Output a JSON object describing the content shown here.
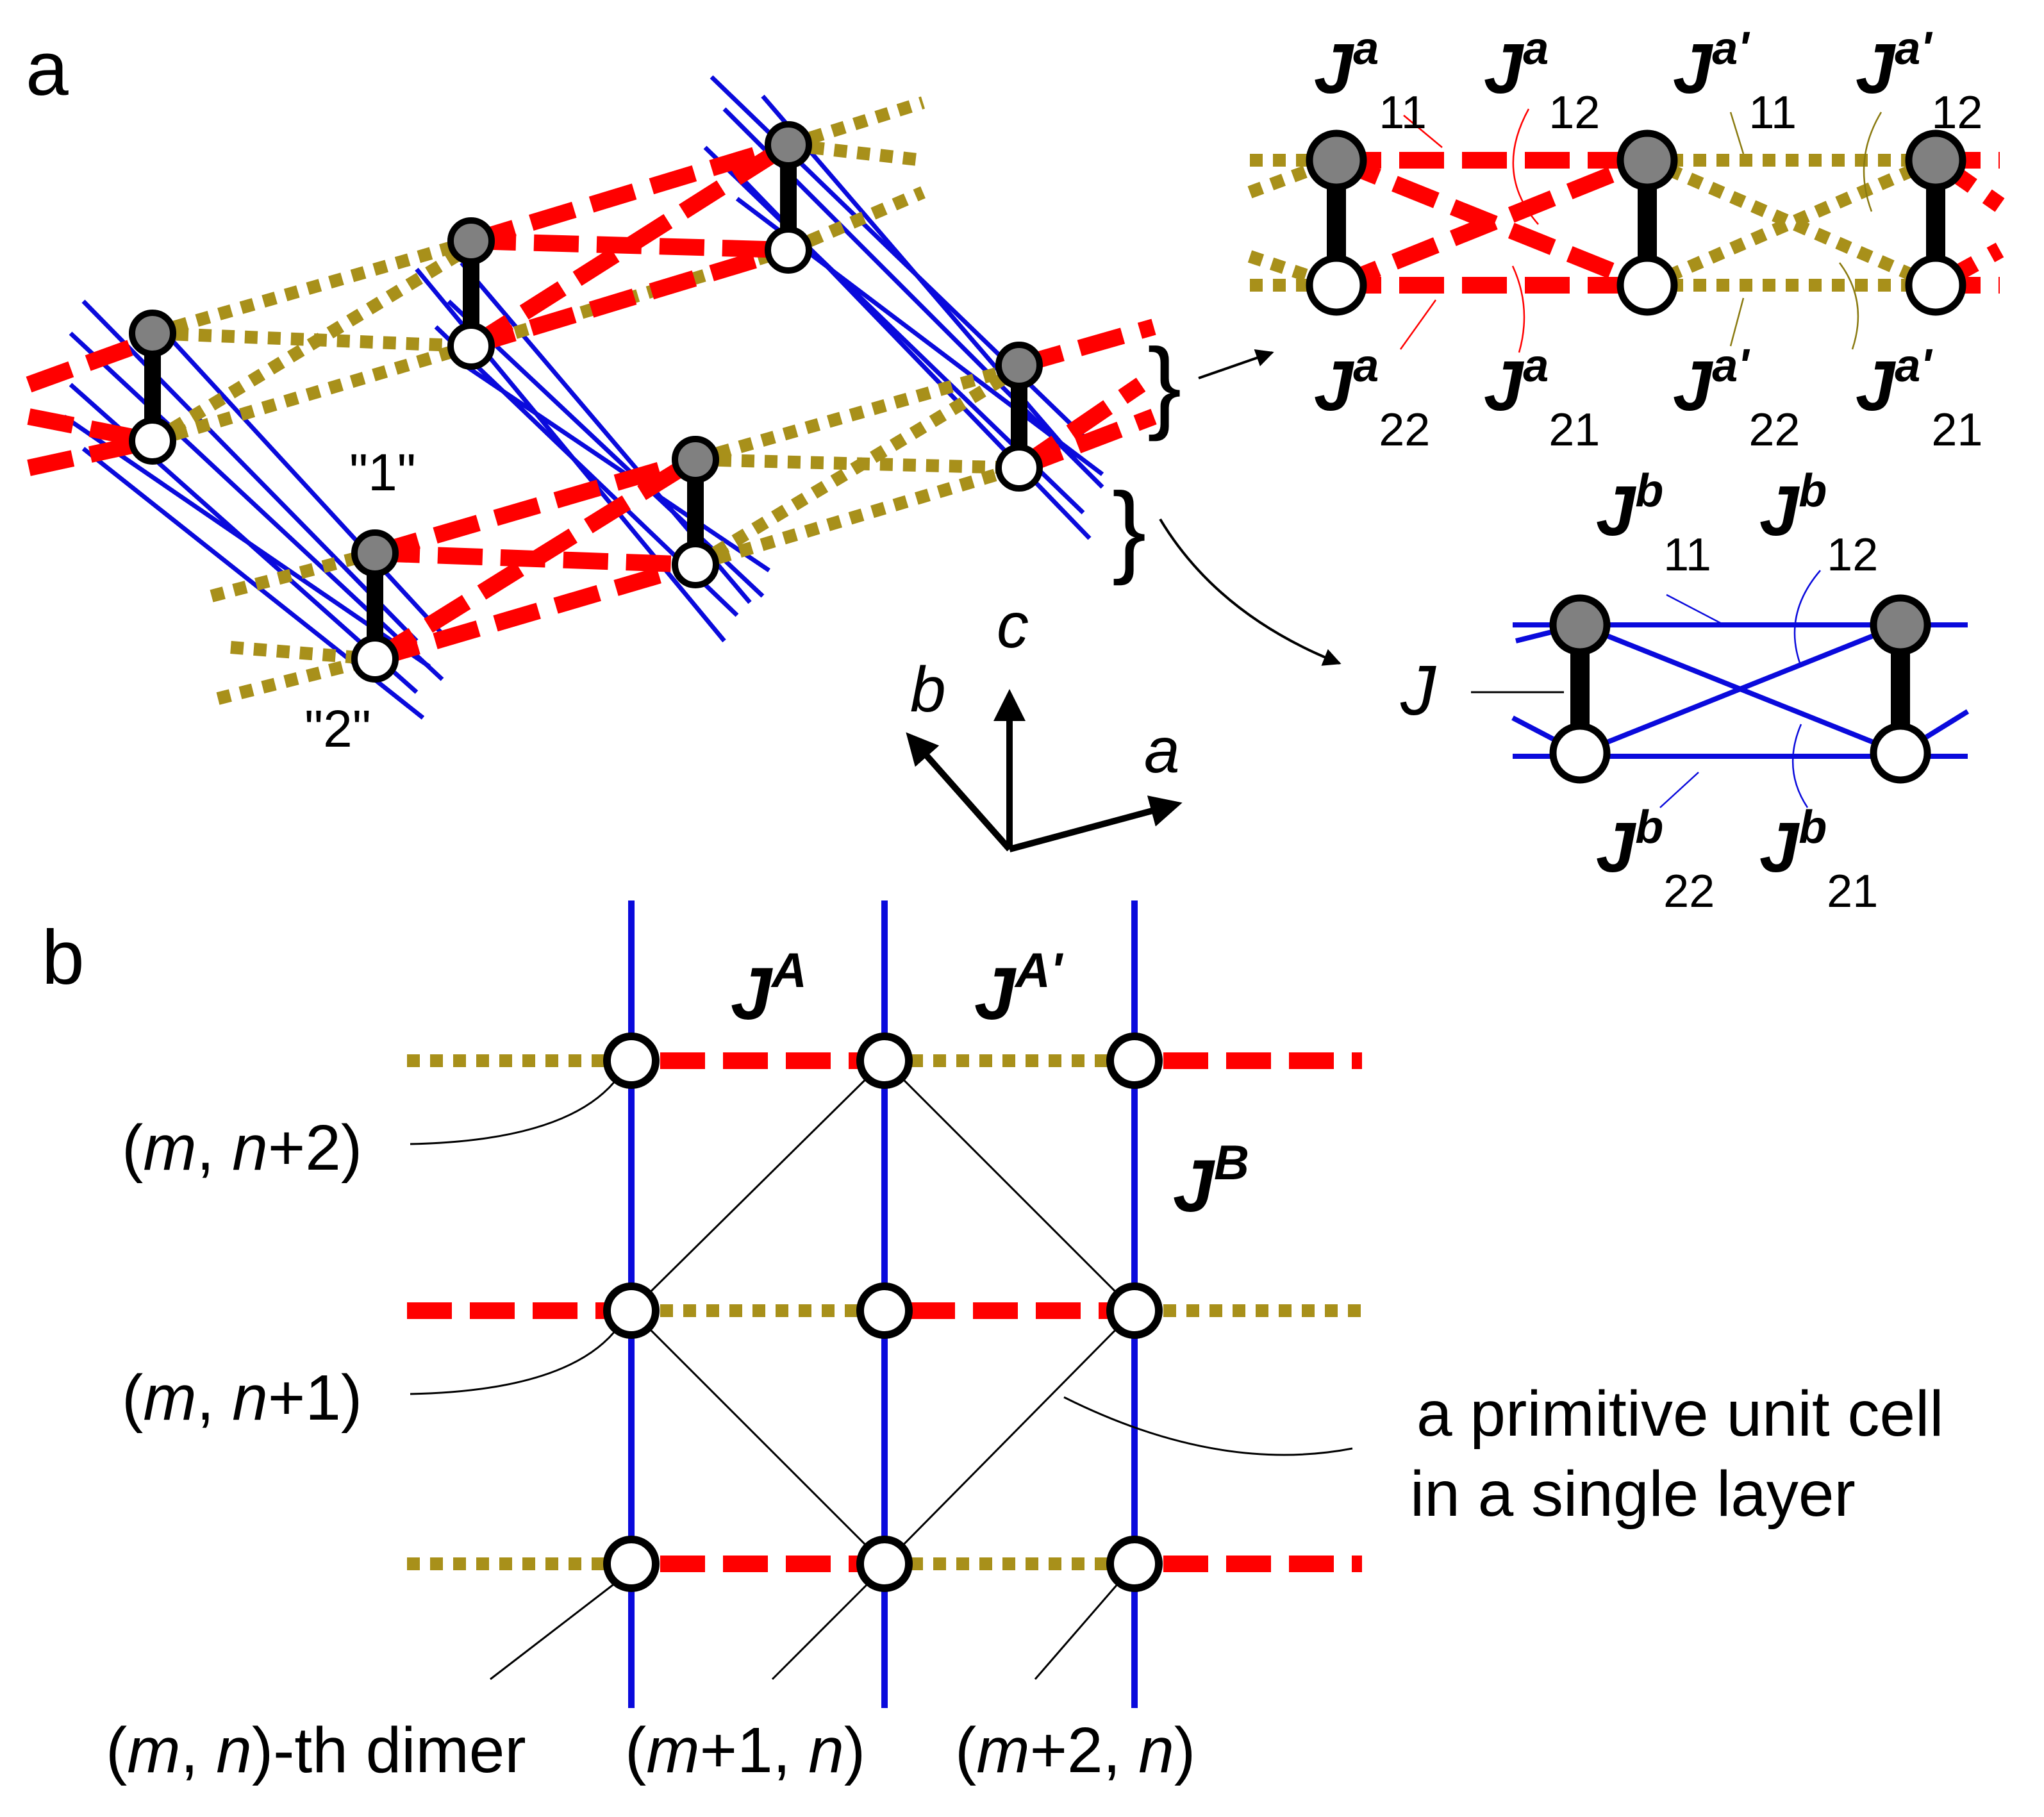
{
  "panels": {
    "a": "a",
    "b": "b"
  },
  "panel_a": {
    "site_labels": {
      "one": "\"1\"",
      "two": "\"2\""
    },
    "axes": {
      "a": "a",
      "b": "b",
      "c": "c"
    },
    "couplings_a": {
      "J": "J",
      "sup_a": "a",
      "sup_ap": "a'",
      "j11": "11",
      "j12": "12",
      "j21": "21",
      "j22": "22"
    },
    "couplings_b": {
      "J": "J",
      "sup_b": "b",
      "j11": "11",
      "j12": "12",
      "j21": "21",
      "j22": "22"
    },
    "intra_dimer": "J"
  },
  "panel_b": {
    "J_A": {
      "J": "J",
      "sup": "A"
    },
    "J_Ap": {
      "J": "J",
      "sup": "A'"
    },
    "J_B": {
      "J": "J",
      "sup": "B"
    },
    "labels": {
      "mn2": {
        "open": "(",
        "m": "m",
        "sep": ", ",
        "n": "n",
        "rest": "+2)"
      },
      "mn1": {
        "open": "(",
        "m": "m",
        "sep": ", ",
        "n": "n",
        "rest": "+1)"
      },
      "mn": {
        "open": "(",
        "m": "m",
        "sep": ", ",
        "n": "n",
        "rest": ")-th dimer"
      },
      "m1n": {
        "open": "(",
        "m": "m",
        "mid": "+1, ",
        "n": "n",
        "close": ")"
      },
      "m2n": {
        "open": "(",
        "m": "m",
        "mid": "+2, ",
        "n": "n",
        "close": ")"
      }
    },
    "unit_cell_line1": "a primitive unit cell",
    "unit_cell_line2": "in a single layer"
  },
  "colors": {
    "ja_bond": "#ff0000",
    "jap_bond": "#a8901a",
    "jb_bond": "#0a0adc",
    "dimer_bond": "#000000",
    "site_1": "#808080",
    "site_2": "#ffffff"
  }
}
